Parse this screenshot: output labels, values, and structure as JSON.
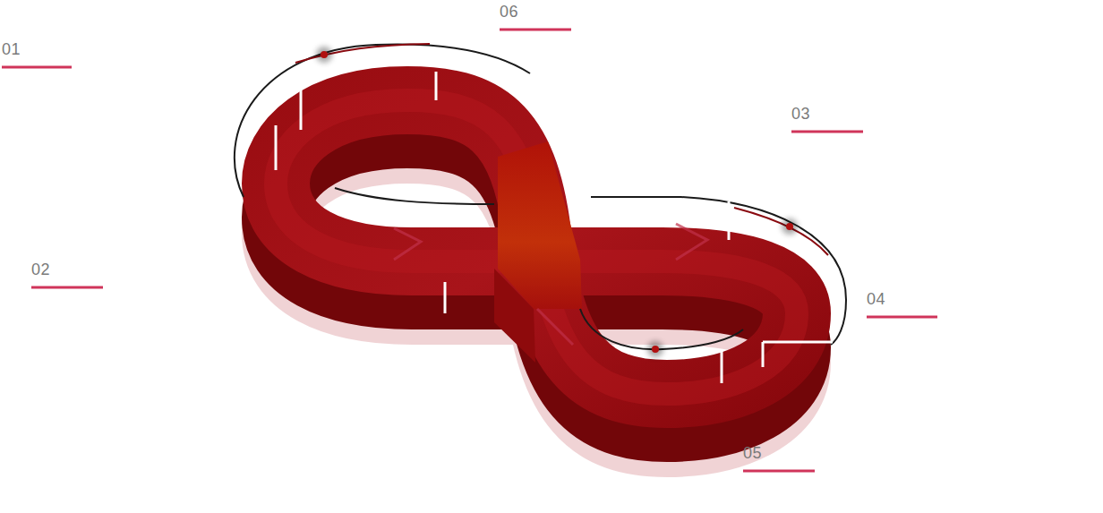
{
  "diagram": {
    "labels": [
      "01",
      "02",
      "03",
      "04",
      "05",
      "06"
    ]
  }
}
